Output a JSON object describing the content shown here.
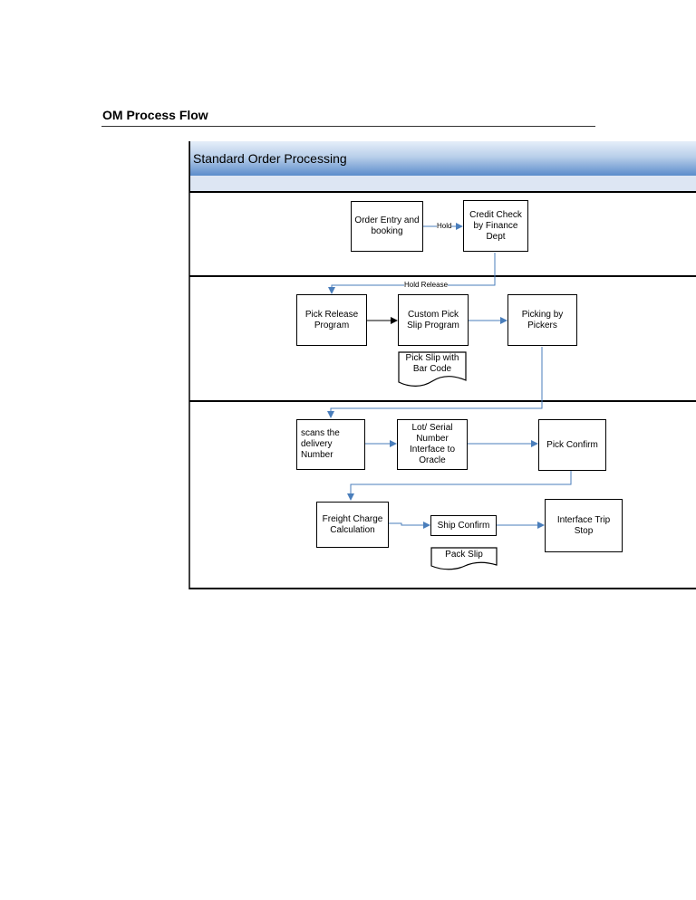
{
  "heading": "OM Process Flow",
  "diagram": {
    "title": "Standard Order Processing",
    "nodes": {
      "order_entry": "Order Entry and booking",
      "credit_check": "Credit Check by Finance Dept",
      "pick_release": "Pick Release Program",
      "custom_pick_slip": "Custom Pick Slip Program",
      "picking_by_pickers": "Picking by Pickers",
      "pick_slip_doc": "Pick Slip with Bar Code",
      "scans_delivery": "scans the delivery Number",
      "lot_serial": "Lot/ Serial Number Interface to Oracle",
      "pick_confirm": "Pick Confirm",
      "freight_charge": "Freight Charge Calculation",
      "ship_confirm": "Ship Confirm",
      "interface_trip": "Interface Trip Stop",
      "pack_slip_doc": "Pack Slip"
    },
    "edge_labels": {
      "hold": "Hold",
      "hold_release": "Hold Release"
    },
    "colors": {
      "connector": "#4a7ebb",
      "title_gradient_top": "#e5eef9",
      "title_gradient_bottom": "#5c8ccb"
    }
  }
}
